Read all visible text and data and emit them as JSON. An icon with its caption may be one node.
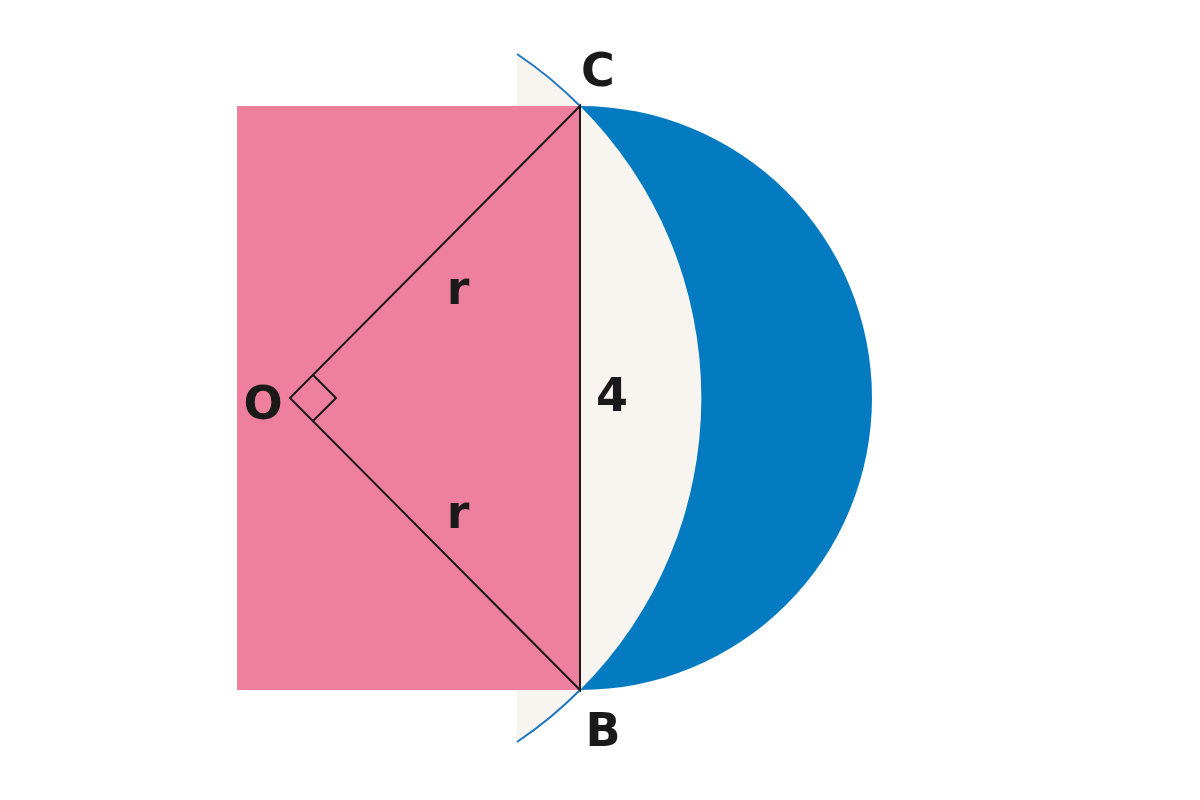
{
  "diagram": {
    "labels": [
      "C",
      "r",
      "O",
      "4",
      "r",
      "B"
    ]
  }
}
